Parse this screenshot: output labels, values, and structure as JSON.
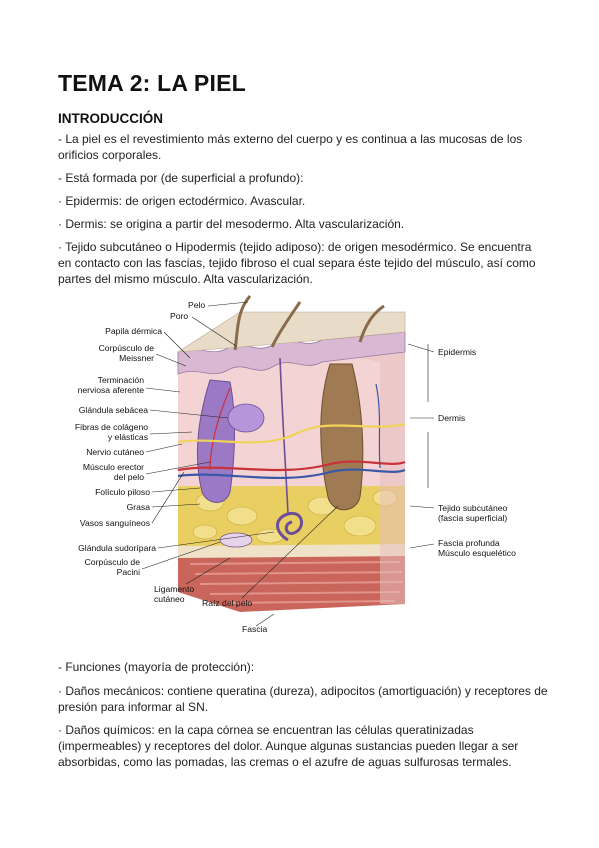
{
  "title": "TEMA 2: LA PIEL",
  "section": "INTRODUCCIÓN",
  "intro_paragraphs": [
    "- La piel es el revestimiento más externo del cuerpo y es continua a las mucosas de los orificios corporales.",
    "- Está formada por (de superficial a profundo):",
    "· Epidermis: de origen ectodérmico. Avascular.",
    "· Dermis: se origina a partir del mesodermo. Alta vascularización.",
    "· Tejido subcutáneo o Hipodermis (tejido adiposo): de origen mesodérmico. Se encuentra en contacto con las fascias, tejido fibroso el cual separa éste tejido del músculo, así como partes del mismo músculo. Alta vascularización."
  ],
  "figure": {
    "labels": {
      "pelo": "Pelo",
      "poro": "Poro",
      "papila": "Papila dérmica",
      "meissner_1": "Corpúsculo de",
      "meissner_2": "Meissner",
      "terminacion_1": "Terminación",
      "terminacion_2": "nerviosa aferente",
      "sebacea": "Glándula sebácea",
      "fibras_1": "Fibras de colágeno",
      "fibras_2": "y elásticas",
      "nervio": "Nervio cutáneo",
      "erector_1": "Músculo erector",
      "erector_2": "del pelo",
      "foliculo": "Folículo piloso",
      "grasa": "Grasa",
      "vasos": "Vasos sanguíneos",
      "sudoripara": "Glándula sudorípara",
      "pacini_1": "Corpúsculo de",
      "pacini_2": "Pacini",
      "ligamento_1": "Ligamento",
      "ligamento_2": "cutáneo",
      "raiz": "Raíz del pelo",
      "fascia": "Fascia",
      "epidermis": "Epidermis",
      "dermis": "Dermis",
      "subcutaneo_1": "Tejido subcutáneo",
      "subcutaneo_2": "(fascia superficial)",
      "fascia_profunda": "Fascia profunda",
      "musculo": "Músculo esquelético"
    }
  },
  "functions_paragraphs": [
    "- Funciones (mayoría de protección):",
    "· Daños mecánicos: contiene queratina (dureza), adipocitos (amortiguación) y receptores de presión para informar al SN.",
    "· Daños químicos: en la capa córnea se encuentran las células queratinizadas (impermeables) y receptores del dolor. Aunque algunas sustancias pueden llegar a ser absorbidas, como las pomadas, las cremas o el azufre de aguas sulfurosas termales."
  ]
}
